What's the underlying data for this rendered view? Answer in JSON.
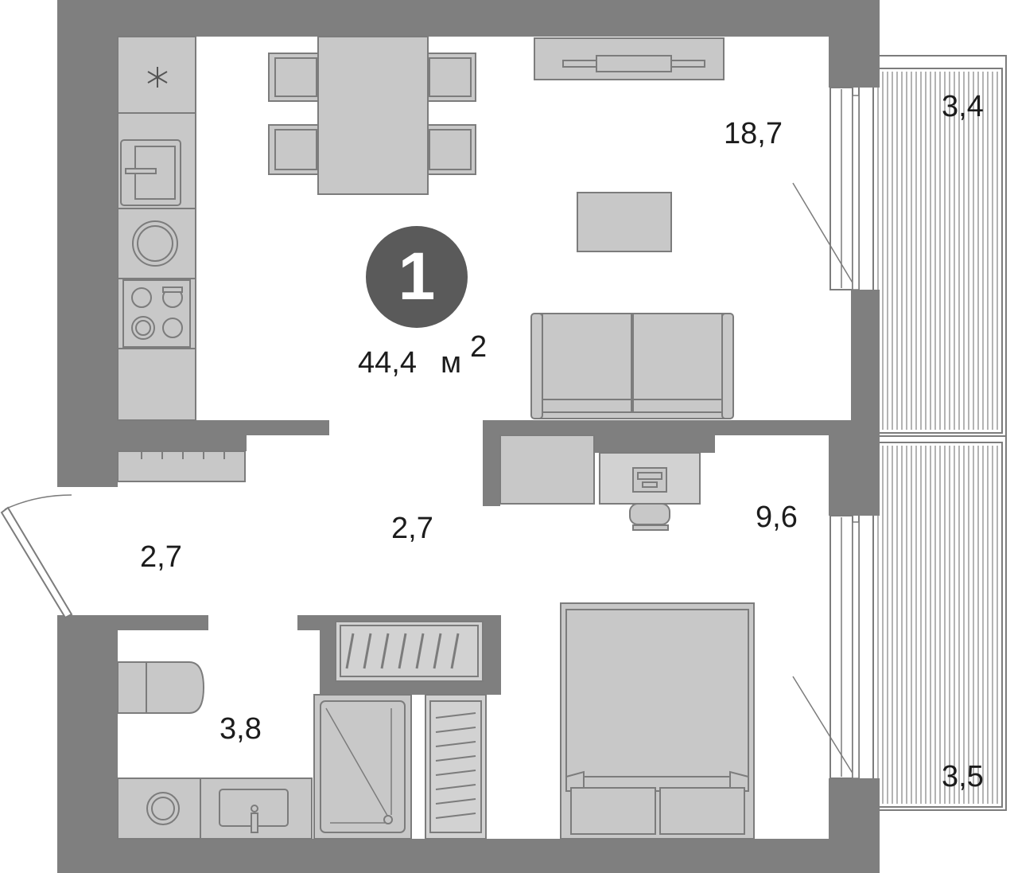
{
  "apartment": {
    "rooms_count": "1",
    "total_area": "44,4",
    "area_unit": "м",
    "area_unit_power": "2"
  },
  "rooms": {
    "living_kitchen": "18,7",
    "bedroom": "9,6",
    "hall": "2,7",
    "entrance": "2,7",
    "bathroom": "3,8",
    "balcony_top": "3,4",
    "balcony_bottom": "3,5"
  },
  "icons": {
    "fridge": "snowflake-icon",
    "stove": "cooktop-icon",
    "sink": "sink-icon",
    "washer": "washing-machine-icon"
  },
  "colors": {
    "wall": "#7f7f7f",
    "furniture": "#c8c8c8",
    "badge": "#5a5a5a",
    "text": "#1c1c1c"
  }
}
